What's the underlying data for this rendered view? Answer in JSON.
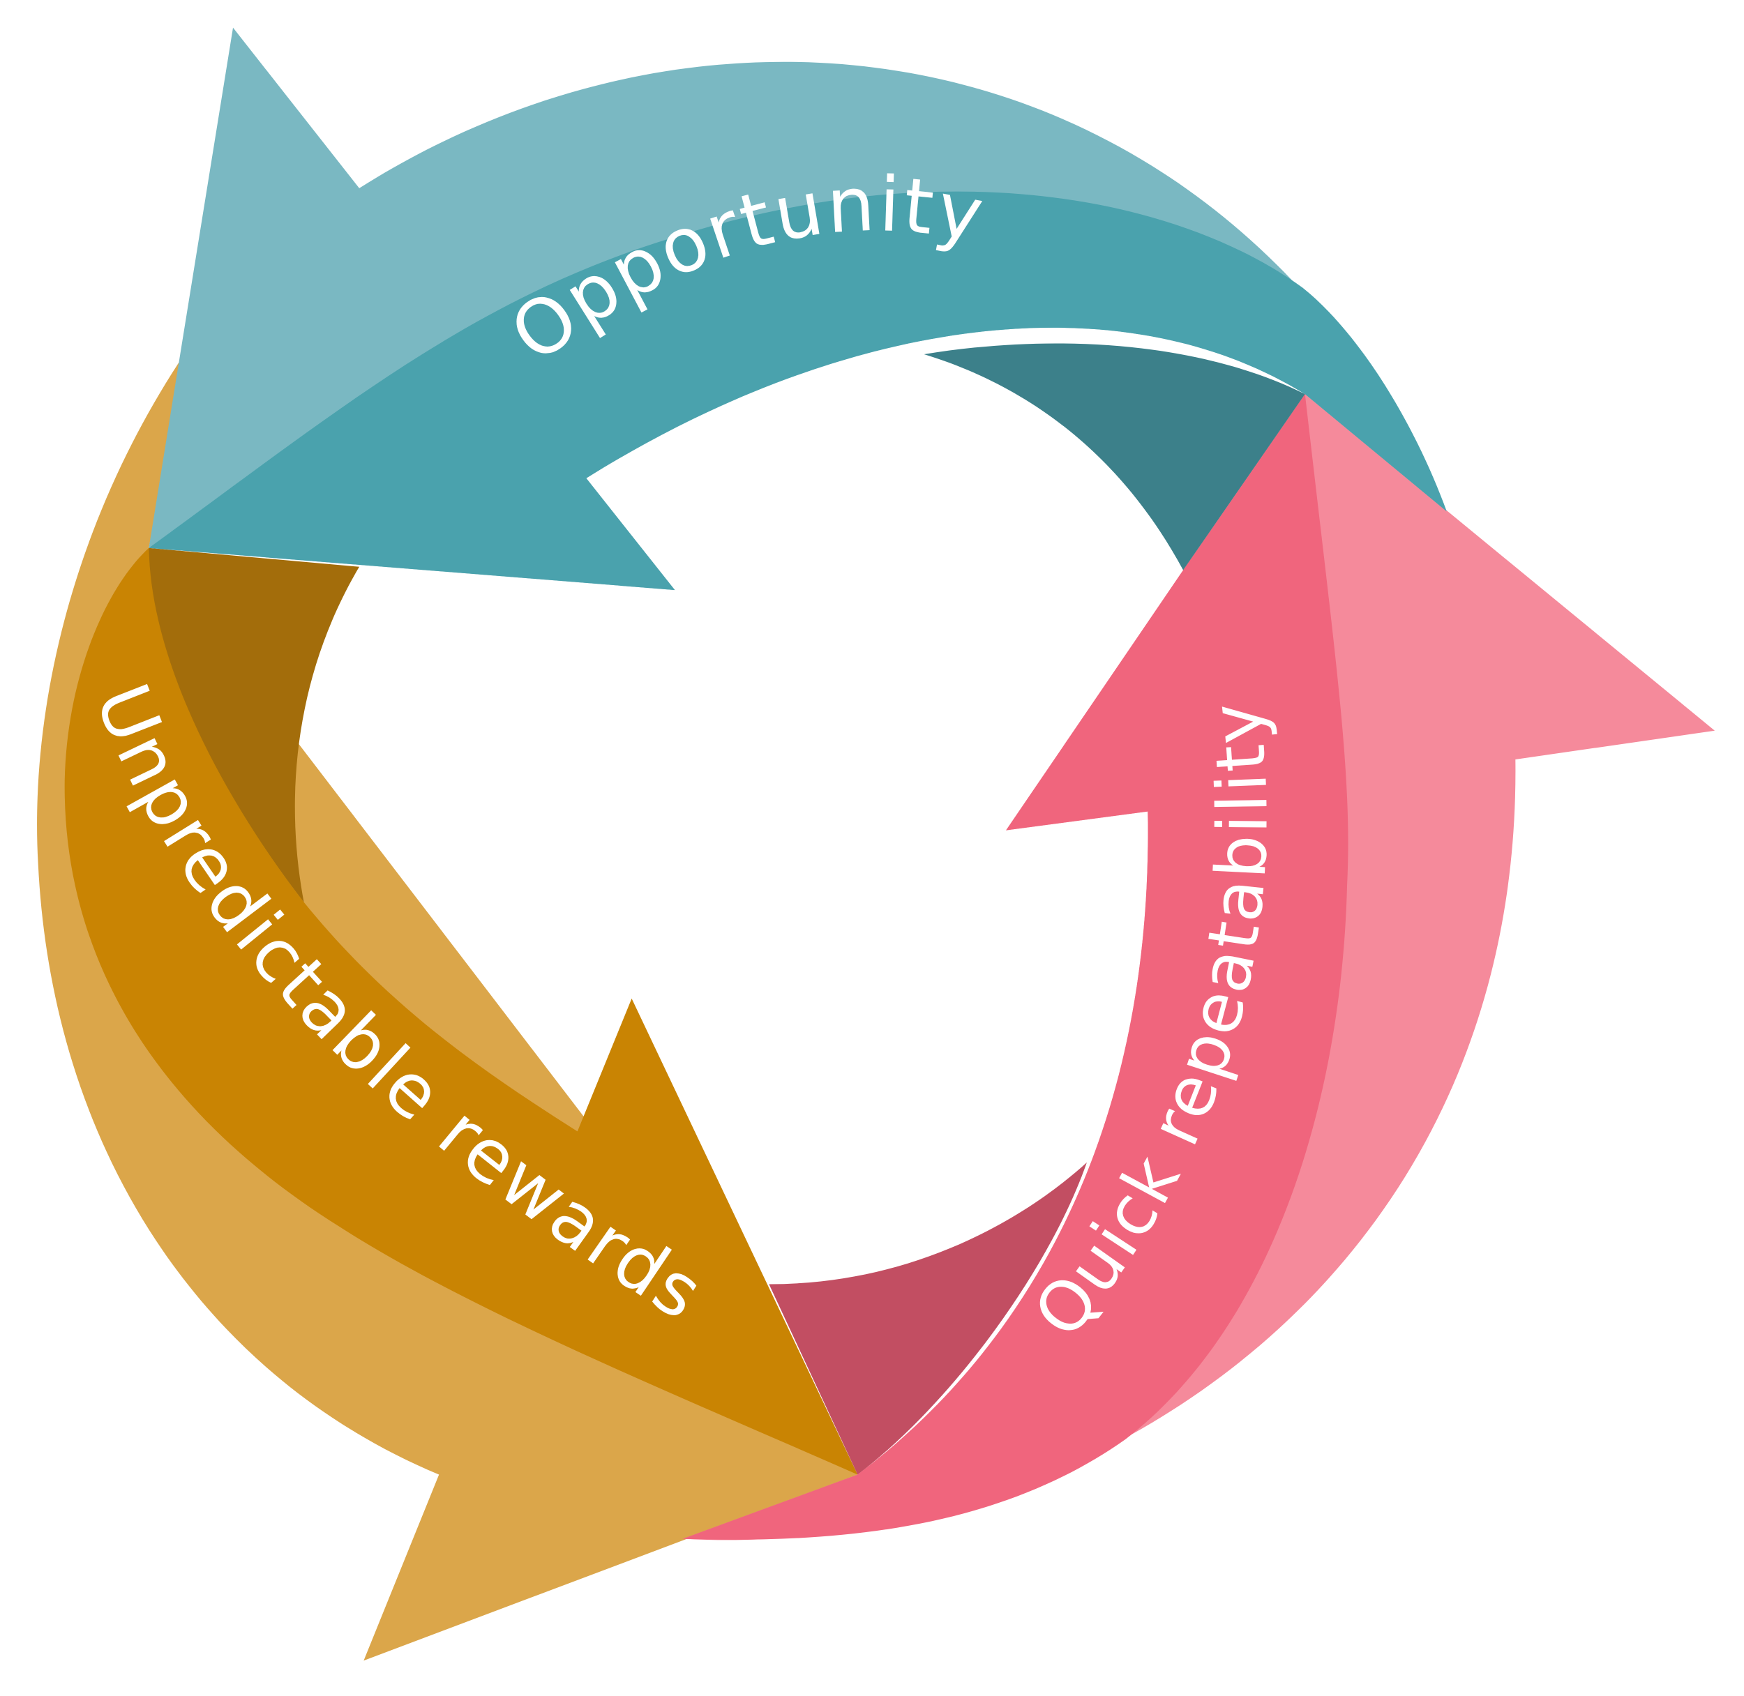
{
  "diagram": {
    "arrows": [
      {
        "id": "opportunity",
        "label": "Opportunity",
        "colors": {
          "main": "#4aa2ad",
          "highlight": "#7ab8c2",
          "shadow": "#3c808a"
        }
      },
      {
        "id": "quick-repeatability",
        "label": "Quick repeatability",
        "colors": {
          "main": "#f0657d",
          "highlight": "#f58a9b",
          "shadow": "#c24e62"
        }
      },
      {
        "id": "unpredictable-rewards",
        "label": "Unpredictable rewards",
        "colors": {
          "main": "#c98403",
          "highlight": "#dba64a",
          "shadow": "#a36d0b"
        }
      }
    ]
  }
}
